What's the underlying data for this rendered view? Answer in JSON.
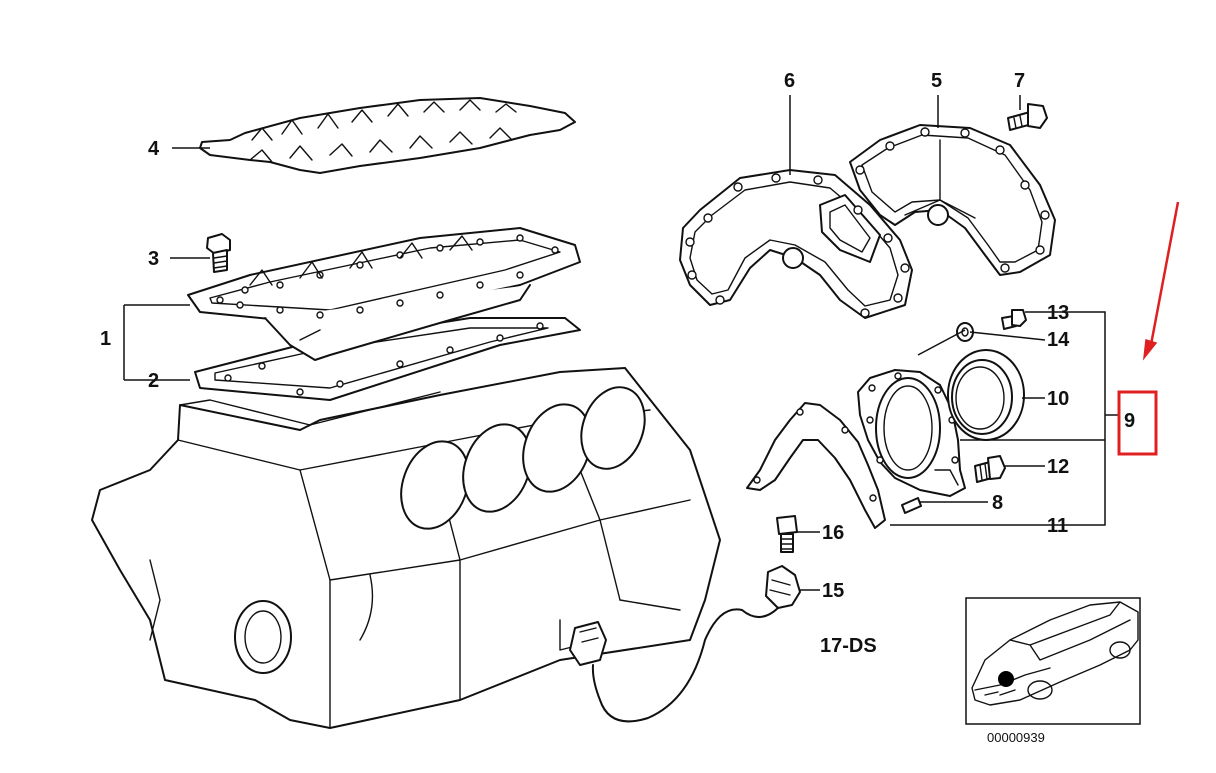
{
  "diagram_code": "17-DS",
  "image_number": "00000939",
  "callouts": {
    "c1": "1",
    "c2": "2",
    "c3": "3",
    "c4": "4",
    "c5": "5",
    "c6": "6",
    "c7": "7",
    "c8": "8",
    "c9": "9",
    "c10": "10",
    "c11": "11",
    "c12": "12",
    "c13": "13",
    "c14": "14",
    "c15": "15",
    "c16": "16"
  },
  "colors": {
    "line": "#111111",
    "highlight": "#e02020",
    "background": "#ffffff"
  }
}
